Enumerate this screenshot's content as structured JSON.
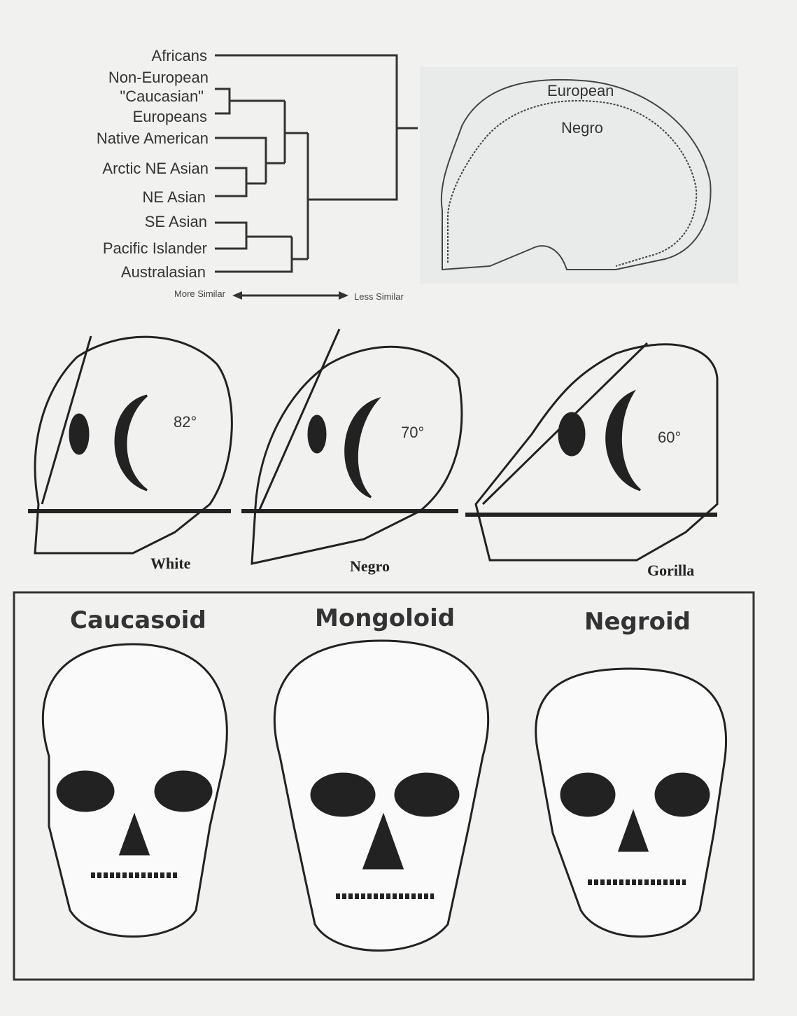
{
  "dendrogram": {
    "leaves": [
      "Africans",
      "Non-European",
      "\"Caucasian\"",
      "Europeans",
      "Native American",
      "Arctic NE Asian",
      "NE Asian",
      "SE Asian",
      "Pacific Islander",
      "Australasian"
    ],
    "axis_left": "More Similar",
    "axis_right": "Less Similar"
  },
  "skull_outline": {
    "outer_label": "European",
    "inner_label": "Negro"
  },
  "facial_angle": {
    "skulls": [
      {
        "label": "White",
        "angle": "82°"
      },
      {
        "label": "Negro",
        "angle": "70°"
      },
      {
        "label": "Gorilla",
        "angle": "60°"
      }
    ]
  },
  "skull_types": {
    "labels": [
      "Caucasoid",
      "Mongoloid",
      "Negroid"
    ]
  }
}
